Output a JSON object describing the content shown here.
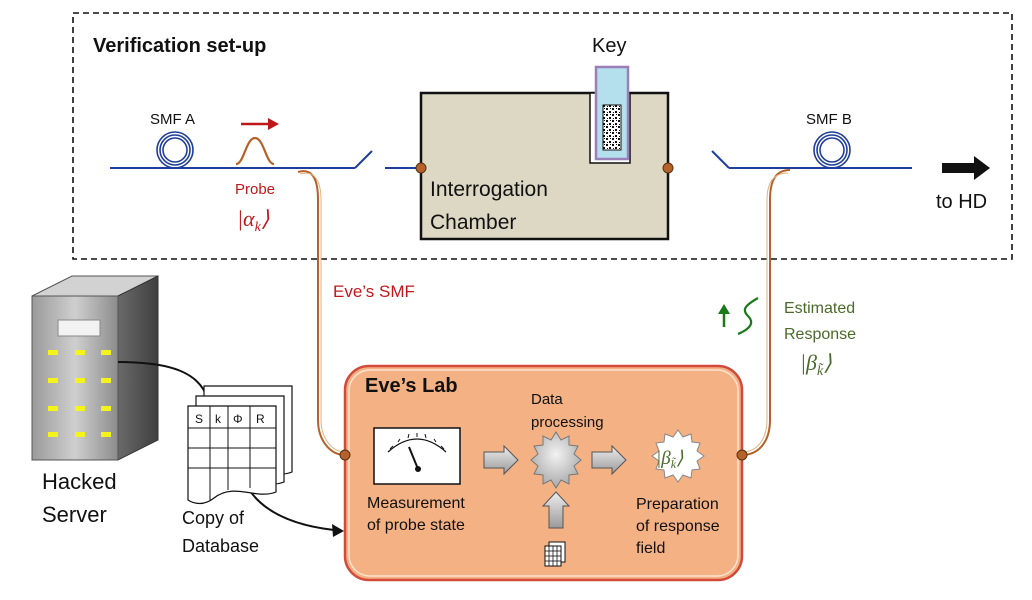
{
  "verification": {
    "title": "Verification set-up",
    "key_label": "Key",
    "smf_a": "SMF A",
    "smf_b": "SMF B",
    "chamber_line1": "Interrogation",
    "chamber_line2": "Chamber",
    "probe_label": "Probe",
    "probe_state": "|α",
    "probe_state_sub": "k",
    "probe_state_end": "⟩",
    "to_hd": "to HD"
  },
  "eve": {
    "smf_label": "Eve’s  SMF",
    "estimated_line1": "Estimated",
    "estimated_line2": "Response",
    "beta_state": "|β",
    "beta_sub": "k̃",
    "beta_end": "⟩",
    "lab_title": "Eve’s Lab",
    "data_proc_line1": "Data",
    "data_proc_line2": "processing",
    "measure_line1": "Measurement",
    "measure_line2": "of probe state",
    "prep_line1": "Preparation",
    "prep_line2": "of response",
    "prep_line3": "field"
  },
  "server": {
    "label_line1": "Hacked",
    "label_line2": "Server"
  },
  "database": {
    "headers": [
      "S",
      "k",
      "Φ",
      "R"
    ],
    "label_line1": "Copy of",
    "label_line2": "Database"
  },
  "colors": {
    "fiber": "#1f3f9a",
    "eve_fiber": "#b4622a",
    "probe_red": "#c0181a",
    "green": "#1a7a1a",
    "chamber_fill": "#ddd8c4",
    "lab_fill": "#f4b184",
    "lab_border": "#d24a3a"
  }
}
